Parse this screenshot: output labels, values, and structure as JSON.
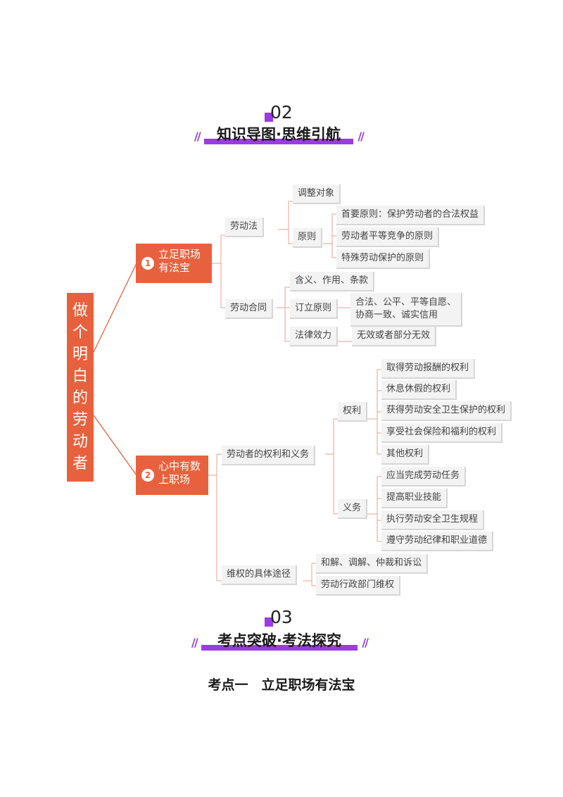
{
  "section2": {
    "number": "02",
    "title": "知识导图·思维引航",
    "slashes": "//"
  },
  "section3": {
    "number": "03",
    "title": "考点突破·考法探究",
    "slashes": "//"
  },
  "kaodian": "考点一　立足职场有法宝",
  "mindmap": {
    "root": [
      "做",
      "个",
      "明",
      "白",
      "的",
      "劳",
      "动",
      "者"
    ],
    "b1": {
      "num": "1",
      "line1": "立足职场",
      "line2": "有法宝",
      "laodongfa": "劳动法",
      "tiaozheng": "调整对象",
      "yuanze": "原则",
      "yz1": "首要原则：保护劳动者的合法权益",
      "yz2": "劳动者平等竞争的原则",
      "yz3": "特殊劳动保护的原则",
      "hetong": "劳动合同",
      "hanyi": "含义、作用、条款",
      "dingli": "订立原则",
      "dl1": "合法、公平、平等自愿、",
      "dl2": "协商一致、诚实信用",
      "xiaoli": "法律效力",
      "wuxiao": "无效或者部分无效"
    },
    "b2": {
      "num": "2",
      "line1": "心中有数",
      "line2": "上职场",
      "quanyi": "劳动者的权利和义务",
      "quanli": "权利",
      "ql": [
        "取得劳动报酬的权利",
        "休息休假的权利",
        "获得劳动安全卫生保护的权利",
        "享受社会保险和福利的权利",
        "其他权利"
      ],
      "yiwu": "义务",
      "yw": [
        "应当完成劳动任务",
        "提高职业技能",
        "执行劳动安全卫生规程",
        "遵守劳动纪律和职业道德"
      ],
      "tujing": "维权的具体途径",
      "tj": [
        "和解、调解、仲裁和诉讼",
        "劳动行政部门维权"
      ]
    }
  },
  "colors": {
    "accent": "#e8613f",
    "purple": "#9b3be3",
    "box": "#f3f3f3"
  }
}
